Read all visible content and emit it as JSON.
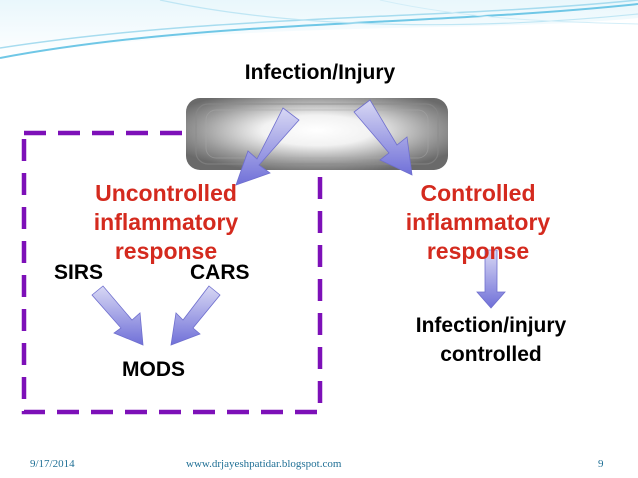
{
  "slide": {
    "title": "Infection/Injury",
    "left_branch": {
      "heading_lines": [
        "Uncontrolled",
        "inflammatory",
        "response"
      ],
      "sirs": "SIRS",
      "cars": "CARS",
      "mods": "MODS"
    },
    "right_branch": {
      "heading_lines": [
        "Controlled",
        "inflammatory",
        "response"
      ],
      "outcome_lines": [
        "Infection/injury",
        "controlled"
      ]
    },
    "footer": {
      "date": "9/17/2014",
      "website": "www.drjayeshpatidar.blogspot.com",
      "page_number": "9"
    }
  },
  "colors": {
    "heading_red": "#d42a1e",
    "dashed_box_purple": "#7d10b8",
    "arrow_blue": "#8c8ce8",
    "footer_blue": "#1f6f95",
    "header_swoosh": "#6fc7e6"
  },
  "icons": [
    "header-swoosh",
    "gradient-oval",
    "down-arrow-icon"
  ]
}
